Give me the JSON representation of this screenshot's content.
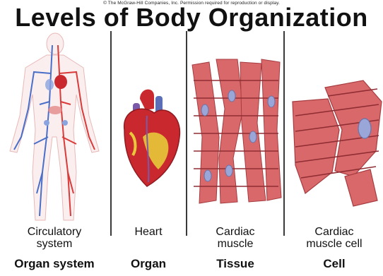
{
  "copyright": "© The McGraw-Hill Companies, Inc. Permission required for reproduction or display.",
  "title": "Levels of Body Organization",
  "panels": [
    {
      "structure_line1": "Circulatory",
      "structure_line2": "system",
      "level": "Organ system"
    },
    {
      "structure_line1": "Heart",
      "structure_line2": "",
      "level": "Organ"
    },
    {
      "structure_line1": "Cardiac",
      "structure_line2": "muscle",
      "level": "Tissue"
    },
    {
      "structure_line1": "Cardiac",
      "structure_line2": "muscle cell",
      "level": "Cell"
    }
  ],
  "colors": {
    "artery": "#d93a3a",
    "vein": "#4a6fc9",
    "muscle": "#d9686b",
    "nucleus": "#9aa6d8",
    "fat": "#e8c93a"
  }
}
